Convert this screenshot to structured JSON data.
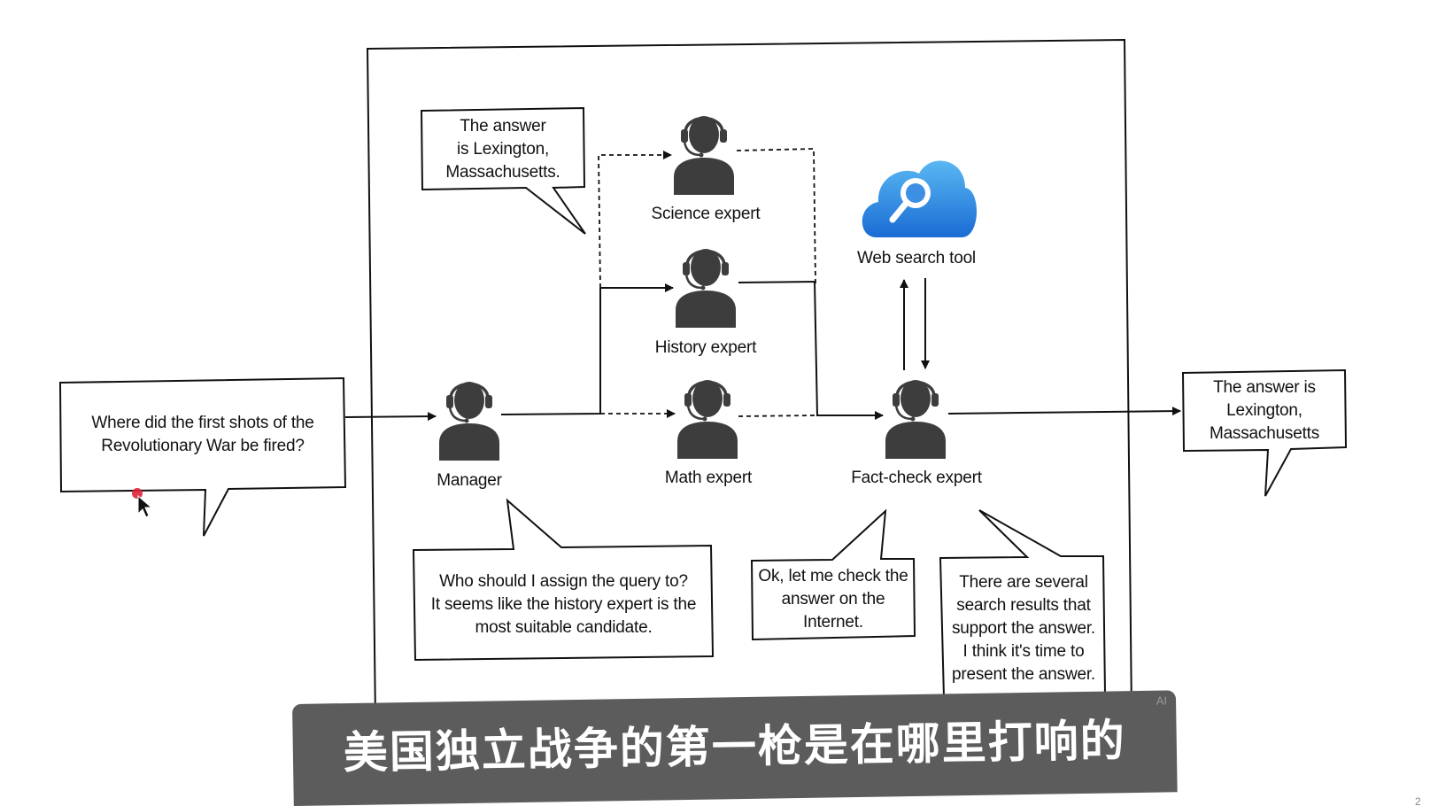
{
  "diagram": {
    "nodes": {
      "manager": {
        "label": "Manager",
        "icon": "person-headset-icon"
      },
      "science_expert": {
        "label": "Science expert",
        "icon": "person-headset-icon"
      },
      "history_expert": {
        "label": "History expert",
        "icon": "person-headset-icon"
      },
      "math_expert": {
        "label": "Math expert",
        "icon": "person-headset-icon"
      },
      "fact_check_expert": {
        "label": "Fact-check expert",
        "icon": "person-headset-icon"
      },
      "web_search_tool": {
        "label": "Web search tool",
        "icon": "cloud-search-icon"
      }
    },
    "bubbles": {
      "user_question": [
        "Where did the first shots of the",
        "Revolutionary War be fired?"
      ],
      "history_answer": [
        "The answer",
        "is Lexington,",
        "Massachusetts."
      ],
      "manager_thought": [
        "Who should I assign the query to?",
        "It seems like the history expert is the",
        "most suitable candidate."
      ],
      "fact_check_plan": [
        "Ok, let me check the",
        "answer on the",
        "Internet."
      ],
      "fact_check_result": [
        "There are several",
        "search results that",
        "support the answer.",
        "I think it's time to",
        "present the answer."
      ],
      "final_answer": [
        "The answer is",
        "Lexington,",
        "Massachusetts"
      ]
    },
    "colors": {
      "person": "#3d3d3d",
      "cloud_gradient_top": "#58b4f0",
      "cloud_gradient_bottom": "#1b6fd6",
      "line": "#111111"
    }
  },
  "subtitle": {
    "text": "美国独立战争的第一枪是在哪里打响的",
    "badge": "AI"
  },
  "corner_mark": "2"
}
